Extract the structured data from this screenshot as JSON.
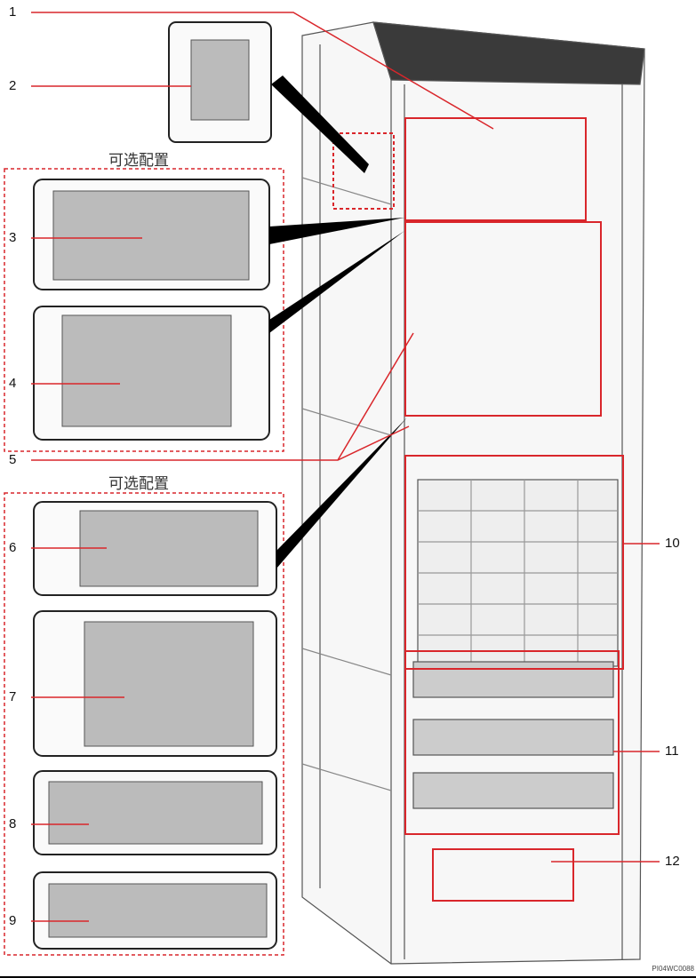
{
  "callouts": [
    "1",
    "2",
    "3",
    "4",
    "5",
    "6",
    "7",
    "8",
    "9",
    "10",
    "11",
    "12"
  ],
  "optional_config_label": "可选配置",
  "figure_code": "PI04WC0088",
  "colors": {
    "highlight": "#d9262b",
    "line": "#333333"
  }
}
